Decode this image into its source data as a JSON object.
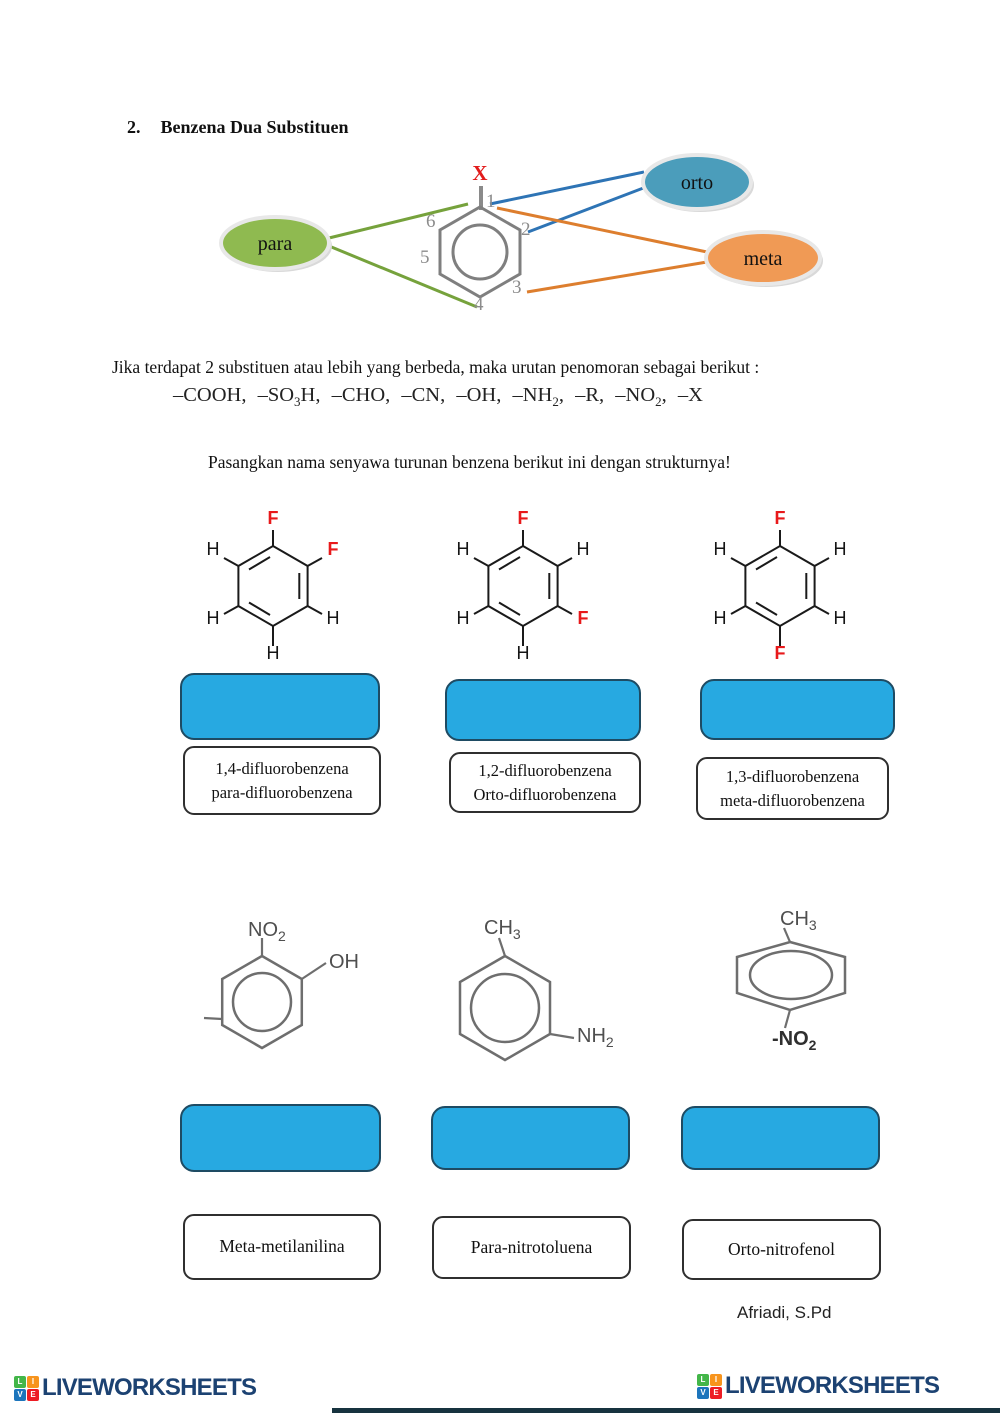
{
  "header": {
    "number": "2.",
    "title": "Benzena Dua Substituen"
  },
  "diagram": {
    "substituent_x": "X",
    "ring_numbers": {
      "n1": "1",
      "n2": "2",
      "n3": "3",
      "n4": "4",
      "n5": "5",
      "n6": "6"
    },
    "bubble_orto": "orto",
    "bubble_meta": "meta",
    "bubble_para": "para",
    "colors": {
      "orto_fill": "#4b9dbb",
      "meta_fill": "#f09a55",
      "para_fill": "#8fba50",
      "orto_line": "#2e74b5",
      "meta_line": "#dd7e2e",
      "para_line": "#76a23c",
      "x_red": "#e21b1b"
    }
  },
  "intro": {
    "rule_text": "Jika terdapat 2 substituen atau lebih yang berbeda, maka urutan penomoran sebagai berikut :",
    "priority": {
      "p1": "–COOH, –SO",
      "s1": "3",
      "p2": "H, –CHO, –CN, –OH, –NH",
      "s2": "2",
      "p3": ", –R, –NO",
      "s3": "2",
      "p4": ", –X"
    },
    "match_prompt": "Pasangkan nama senyawa turunan benzena berikut ini dengan strukturnya!"
  },
  "structures": {
    "s1": {
      "top": "F",
      "upper_right": "F",
      "upper_left": "H",
      "lower_left": "H",
      "lower_right": "H",
      "bottom": "H"
    },
    "s2": {
      "top": "F",
      "upper_right": "H",
      "upper_left": "H",
      "lower_left": "H",
      "lower_right": "F",
      "bottom": "H"
    },
    "s3": {
      "top": "F",
      "upper_right": "H",
      "upper_left": "H",
      "lower_left": "H",
      "lower_right": "H",
      "bottom": "F"
    },
    "s4": {
      "top_main": "NO",
      "top_sub": "2",
      "right": "OH"
    },
    "s5": {
      "top_main": "CH",
      "top_sub": "3",
      "right_main": "NH",
      "right_sub": "2"
    },
    "s6": {
      "top_main": "CH",
      "top_sub": "3",
      "bottom_main": "-NO",
      "bottom_sub": "2"
    }
  },
  "answers_row1": [
    {
      "line1": "1,4-difluorobenzena",
      "line2": "para-difluorobenzena"
    },
    {
      "line1": "1,2-difluorobenzena",
      "line2": "Orto-difluorobenzena"
    },
    {
      "line1": "1,3-difluorobenzena",
      "line2": "meta-difluorobenzena"
    }
  ],
  "answers_row2": [
    {
      "label": "Meta-metilanilina"
    },
    {
      "label": "Para-nitrotoluena"
    },
    {
      "label": "Orto-nitrofenol"
    }
  ],
  "dropbox_color": "#27a9e1",
  "footer": {
    "credit": "Afriadi, S.Pd",
    "logo_text": "LIVEWORKSHEETS",
    "logo_squares": [
      {
        "letter": "L",
        "color": "#43b649"
      },
      {
        "letter": "I",
        "color": "#f7941d"
      },
      {
        "letter": "V",
        "color": "#1c75bc"
      },
      {
        "letter": "E",
        "color": "#ed1c24"
      }
    ]
  }
}
